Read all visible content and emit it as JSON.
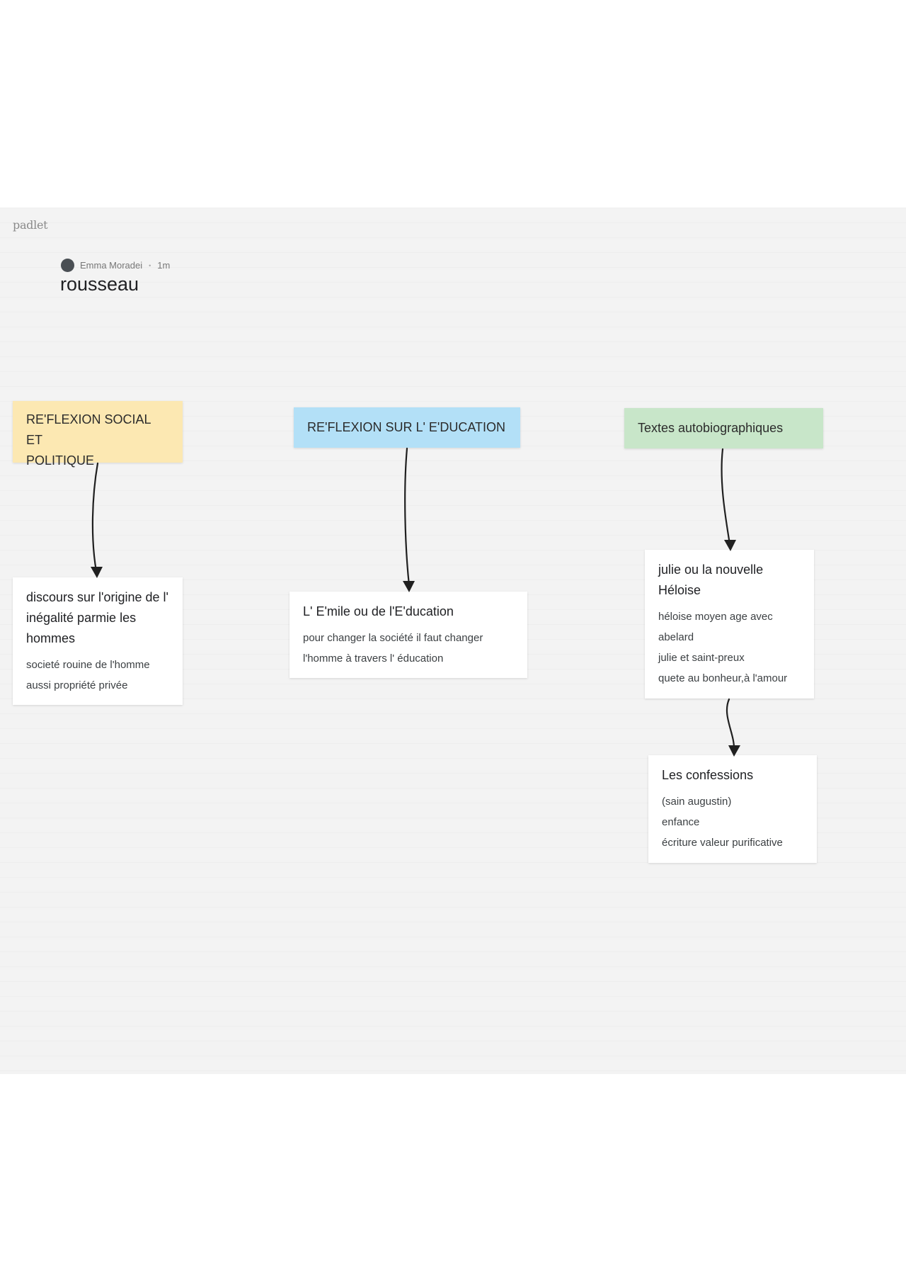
{
  "app": {
    "brand": "padlet"
  },
  "padlet": {
    "author": "Emma Moradei",
    "separator": "•",
    "time_ago": "1m",
    "title": "rousseau"
  },
  "headers": [
    {
      "label": "RE'FLEXION SOCIAL ET\nPOLITIQUE",
      "color": "#fce8b2"
    },
    {
      "label": "RE'FLEXION SUR L' E'DUCATION",
      "color": "#b3e0f7"
    },
    {
      "label": "Textes autobiographiques",
      "color": "#c8e6c9"
    }
  ],
  "posts": [
    {
      "title": "discours sur l'origine de l' inégalité parmie les hommes",
      "body": "societé rouine de l'homme\naussi propriété privée"
    },
    {
      "title": "L' E'mile ou de l'E'ducation",
      "body": "pour changer la société il faut changer\nl'homme à travers l' éducation"
    },
    {
      "title": "julie ou la nouvelle Héloise",
      "body": "héloise moyen age avec\nabelard\njulie et saint-preux\nquete au bonheur,à l'amour"
    },
    {
      "title": "Les confessions",
      "body": "(sain augustin)\nenfance\nécriture valeur purificative"
    }
  ],
  "icons": {
    "avatar": "user-avatar-icon",
    "connector": "arrow-connector-icon"
  }
}
